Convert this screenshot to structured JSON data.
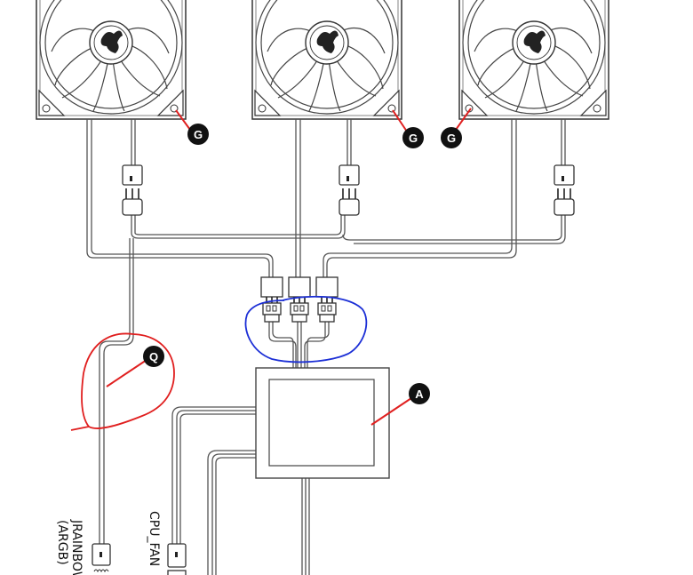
{
  "callouts": {
    "g1": "G",
    "g2": "G",
    "g3": "G",
    "q": "Q",
    "a": "A"
  },
  "labels": {
    "jrainbow_line1": "JRAINBOW",
    "jrainbow_line2": "(ARGB)",
    "cpu_fan": "CPU_FAN"
  },
  "colors": {
    "callout_pointer": "#e02020",
    "highlight_blue": "#1c2fd6",
    "highlight_red": "#e01e1e",
    "callout_fill": "#111111"
  }
}
